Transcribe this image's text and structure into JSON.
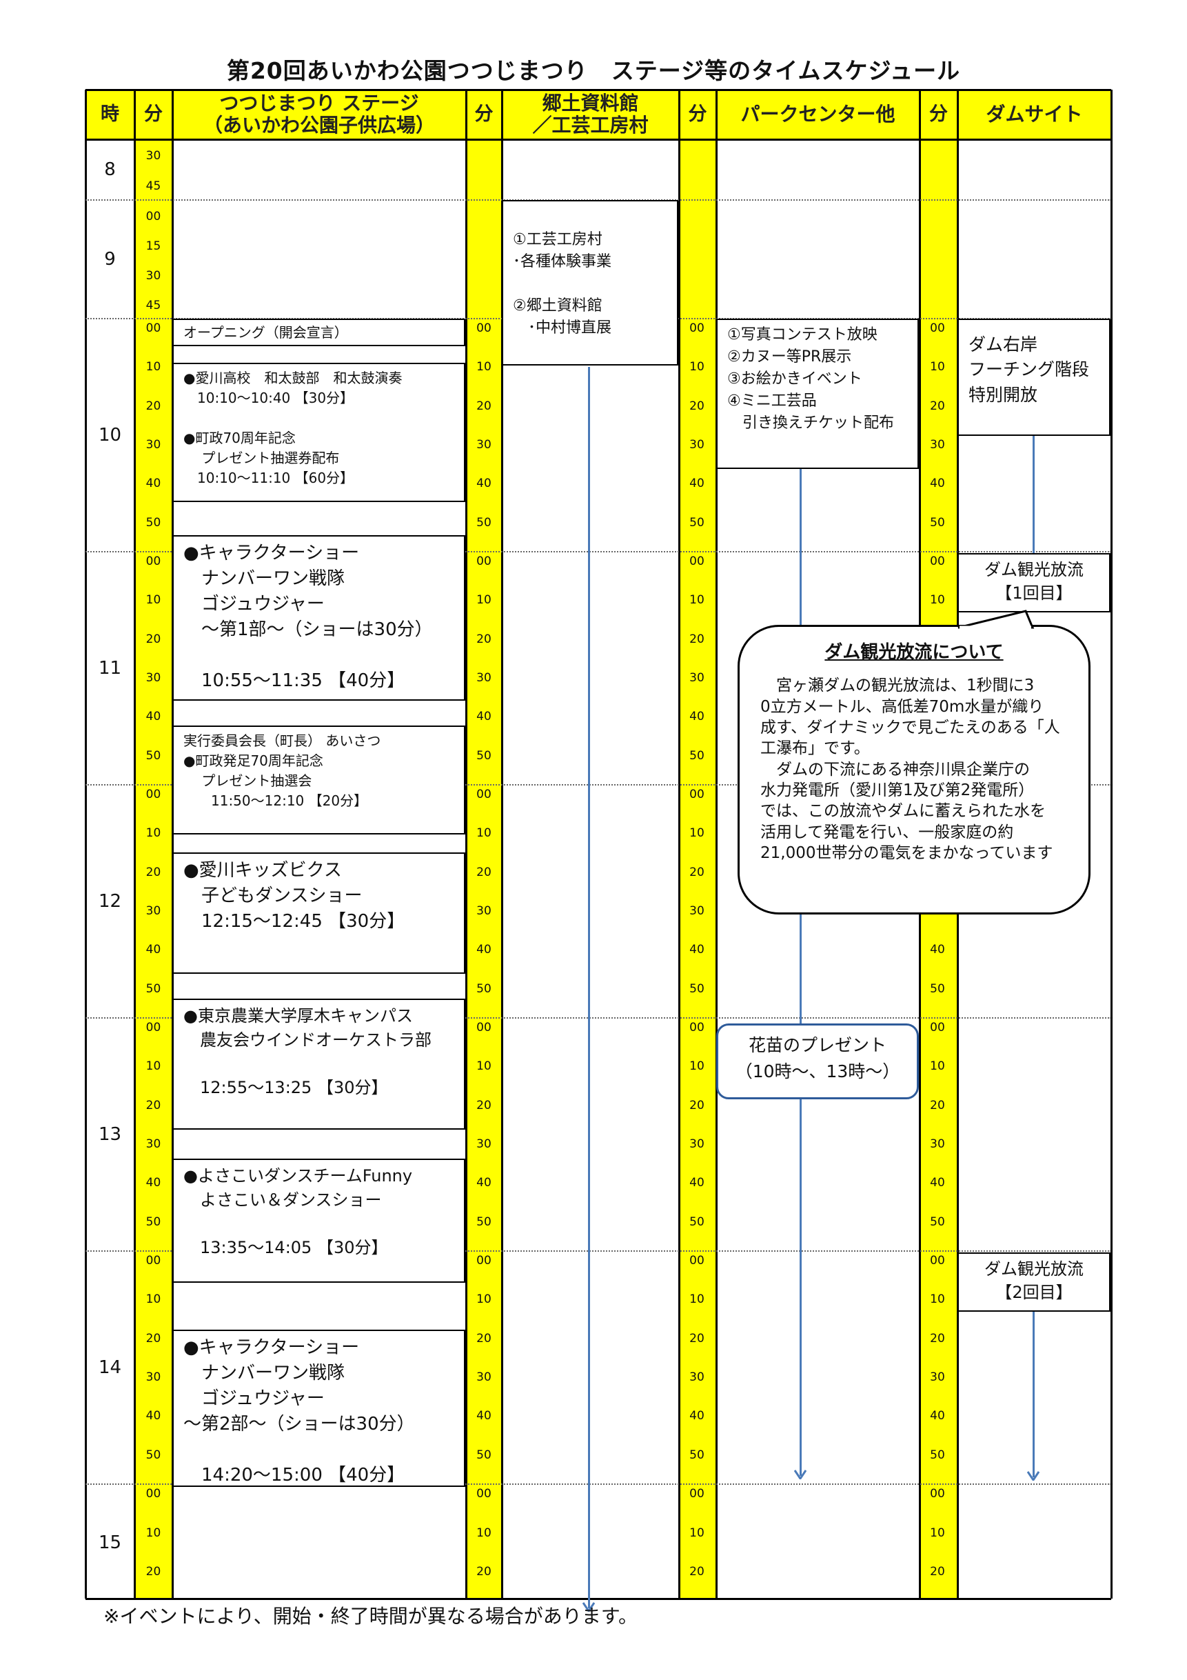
{
  "title": "第20回あいかわ公園つつじまつり　ステージ等のタイムスケジュール",
  "header": {
    "hour": "時",
    "minute": "分",
    "stage": "つつじまつり ステージ\n（あいかわ公園子供広場）",
    "kyodo": "郷土資料館\n／工芸工房村",
    "park": "パークセンター他",
    "dam": "ダムサイト"
  },
  "hours": [
    "8",
    "9",
    "10",
    "11",
    "12",
    "13",
    "14",
    "15"
  ],
  "minutes": {
    "h8": [
      "30",
      "45"
    ],
    "h9": [
      "00",
      "15",
      "30",
      "45"
    ],
    "standard": [
      "00",
      "10",
      "20",
      "30",
      "40",
      "50"
    ],
    "h15": [
      "00",
      "10",
      "20"
    ]
  },
  "stage": {
    "opening": "オープニング（開会宣言）",
    "taiko": [
      "●愛川高校　和太鼓部　和太鼓演奏",
      "　10:10～10:40 【30分】",
      "",
      "●町政70周年記念",
      "　 プレゼント抽選券配布",
      "　10:10～11:10 【60分】"
    ],
    "chara1": [
      "●キャラクターショー",
      "　ナンバーワン戦隊",
      "　ゴジュウジャー",
      "　～第1部～（ショーは30分）",
      "",
      "　10:55～11:35 【40分】"
    ],
    "greeting": [
      "実行委員会長（町長） あいさつ",
      "●町政発足70周年記念",
      "　 プレゼント抽選会",
      "　　11:50～12:10 【20分】"
    ],
    "kids": [
      "●愛川キッズビクス",
      "　子どもダンスショー",
      "　12:15～12:45 【30分】"
    ],
    "tokyo": [
      "●東京農業大学厚木キャンパス",
      "　農友会ウインドオーケストラ部",
      "",
      "　12:55～13:25 【30分】"
    ],
    "yosakoi": [
      "●よさこいダンスチームFunny",
      "　よさこい＆ダンスショー",
      "",
      "　13:35～14:05 【30分】"
    ],
    "chara2": [
      "●キャラクターショー",
      "　ナンバーワン戦隊",
      "　ゴジュウジャー",
      "～第2部～（ショーは30分）",
      "",
      "　14:20～15:00 【40分】"
    ]
  },
  "kyodo": {
    "box": [
      "①工芸工房村",
      "･各種体験事業",
      "",
      "②郷土資料館",
      "　･中村博直展"
    ]
  },
  "park": {
    "box": [
      "①写真コンテスト放映",
      "②カヌー等PR展示",
      "③お絵かきイベント",
      "④ミニ工芸品",
      "　引き換えチケット配布"
    ],
    "flower": [
      "花苗のプレゼント",
      "（10時～、13時～）"
    ]
  },
  "dam": {
    "stairs": [
      "ダム右岸",
      "フーチング階段",
      "特別開放"
    ],
    "release1": [
      "ダム観光放流",
      "【1回目】"
    ],
    "release2": [
      "ダム観光放流",
      "【2回目】"
    ]
  },
  "callout": {
    "title": "ダム観光放流について",
    "lines": [
      "　宮ヶ瀬ダムの観光放流は、1秒間に3",
      "0立方メートル、高低差70m水量が織り",
      "成す、ダイナミックで見ごたえのある「人",
      "工瀑布」です。",
      "　ダムの下流にある神奈川県企業庁の",
      "水力発電所（愛川第1及び第2発電所）",
      "では、この放流やダムに蓄えられた水を",
      "活用して発電を行い、一般家庭の約",
      "21,000世帯分の電気をまかなっています"
    ]
  },
  "footnote": "※イベントにより、開始・終了時間が異なる場合があります。",
  "colors": {
    "minute_column": "#ffff00",
    "arrow": "#4a7ab8",
    "flower_border": "#2e5b9a"
  }
}
